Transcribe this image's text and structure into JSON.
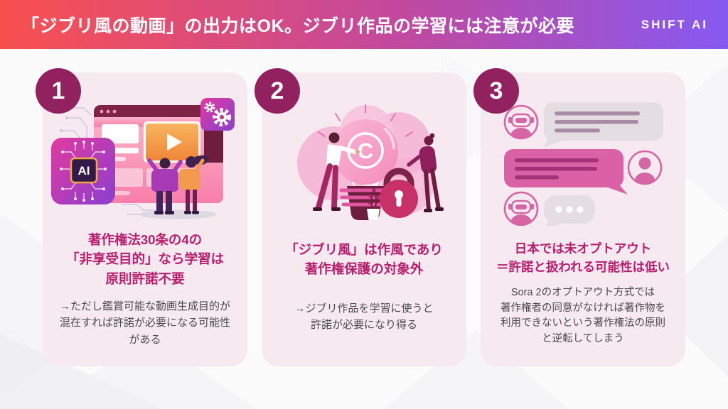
{
  "header": {
    "title": "「ジブリ風の動画」の出力はOK。ジブリ作品の学習には注意が必要",
    "logo": "SHIFT AI"
  },
  "colors": {
    "header_gradient_left": "#f9504f",
    "header_gradient_right": "#8659f1",
    "card_background": "#f6e9f0",
    "number_badge": "#92215f",
    "heading_text": "#b81f6e",
    "body_text": "#4a4a4a",
    "accent_pink": "#db61a6"
  },
  "cards": [
    {
      "number": "1",
      "illustration": "ai-video-generation-illustration",
      "illo_label": "AI",
      "heading": "著作権法30条の4の\n「非享受目的」なら学習は\n原則許諾不要",
      "body": "→ただし鑑賞可能な動画生成目的が\n混在すれば許諾が必要になる可能性\nがある"
    },
    {
      "number": "2",
      "illustration": "copyright-bulb-lock-illustration",
      "illo_label": "C",
      "heading": "「ジブリ風」は作風であり\n著作権保護の対象外",
      "body": "→ジブリ作品を学習に使うと\n許諾が必要になり得る"
    },
    {
      "number": "3",
      "illustration": "chat-conversation-illustration",
      "heading": "日本では未オプトアウト\n＝許諾と扱われる可能性は低い",
      "body": "Sora 2のオプトアウト方式では\n著作権者の同意がなければ著作物を\n利用できないという著作権法の原則\nと逆転してしまう"
    }
  ]
}
